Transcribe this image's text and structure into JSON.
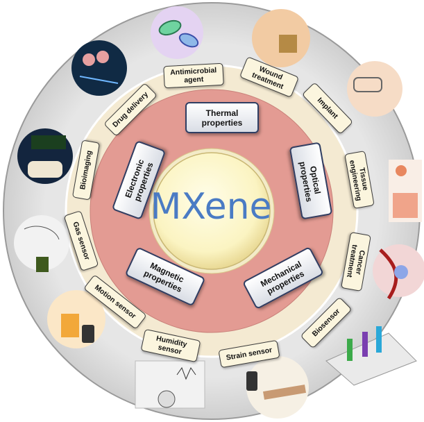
{
  "center": {
    "title": "MXene"
  },
  "properties": [
    {
      "id": "thermal",
      "label": "Thermal\nproperties"
    },
    {
      "id": "optical",
      "label": "Optical\nproperties"
    },
    {
      "id": "mechanical",
      "label": "Mechanical\nproperties"
    },
    {
      "id": "magnetic",
      "label": "Magnetic\nproperties"
    },
    {
      "id": "electronic",
      "label": "Electronic\nproperties"
    }
  ],
  "applications": [
    {
      "id": "antimicrobial",
      "label": "Antimicrobial\nagent"
    },
    {
      "id": "wound",
      "label": "Wound\ntreatment"
    },
    {
      "id": "implant",
      "label": "Implant"
    },
    {
      "id": "tissue",
      "label": "Tissue\nengineering"
    },
    {
      "id": "cancer",
      "label": "Cancer\ntreatment"
    },
    {
      "id": "biosensor",
      "label": "Biosensor"
    },
    {
      "id": "strain",
      "label": "Strain sensor"
    },
    {
      "id": "humidity",
      "label": "Humidity\nsensor"
    },
    {
      "id": "motion",
      "label": "Motion sensor"
    },
    {
      "id": "gas",
      "label": "Gas sensor"
    },
    {
      "id": "bioimaging",
      "label": "Bioimaging"
    },
    {
      "id": "drug",
      "label": "Drug delivery"
    }
  ],
  "colors": {
    "outer_ring": "#e4e4e4",
    "middle_ring": "#e39b93",
    "inner_ring": "#f6ecd4",
    "core": "#fbf7d2",
    "title": "#4a7bc4",
    "property_border": "#2f3e63",
    "application_fill": "#fbf5de"
  }
}
